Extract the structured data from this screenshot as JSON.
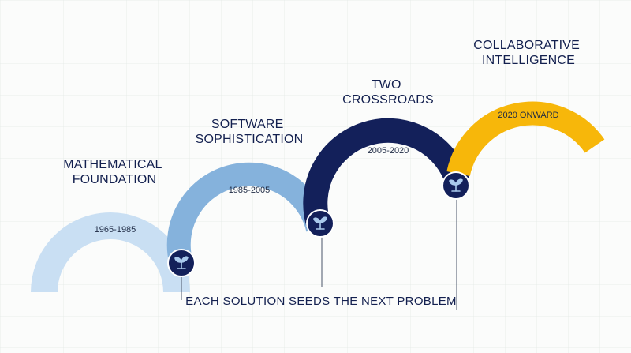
{
  "diagram": {
    "stages": [
      {
        "title_lines": [
          "MATHEMATICAL",
          "FOUNDATION"
        ],
        "period": "1965-1985",
        "color": "#c9dff3"
      },
      {
        "title_lines": [
          "SOFTWARE",
          "SOPHISTICATION"
        ],
        "period": "1985-2005",
        "color": "#85b2dc"
      },
      {
        "title_lines": [
          "TWO",
          "CROSSROADS"
        ],
        "period": "2005-2020",
        "color": "#13205a"
      },
      {
        "title_lines": [
          "COLLABORATIVE",
          "INTELLIGENCE"
        ],
        "period": "2020 ONWARD",
        "color": "#f7b70a"
      }
    ],
    "node_color": "#13205a",
    "node_icon": "sprout-icon",
    "caption": "EACH SOLUTION SEEDS THE NEXT PROBLEM"
  }
}
